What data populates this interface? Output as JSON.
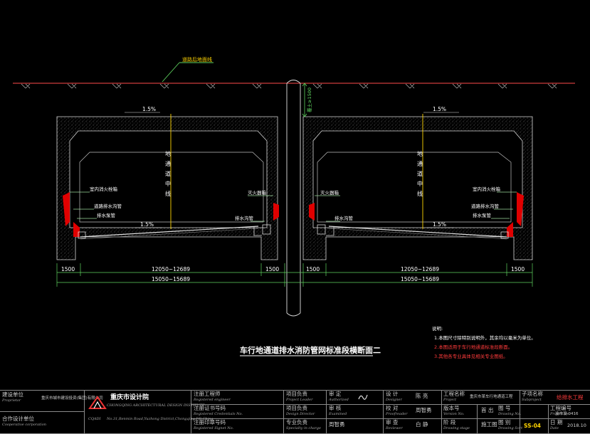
{
  "drawing": {
    "title": "车行地通道排水消防管网标准段横断面二",
    "ground_label": "道路后地面线",
    "pipe_label": "覆土≥1500",
    "slope_label": "1.5%",
    "centerline_label": "地通道中线",
    "left": {
      "fire_hydrant_box": "室内消火栓箱",
      "drain_channel": "道路排水沟管",
      "pump_pipe": "排水泵管",
      "extinguisher": "灭火器箱",
      "drain_pipe": "排水沟管"
    },
    "right": {
      "fire_hydrant_box": "室内消火栓箱",
      "drain_channel": "道路排水沟管",
      "pump_pipe": "排水泵管",
      "extinguisher": "灭火器箱",
      "drain_pipe": "排水沟管"
    },
    "dimensions": {
      "side": "1500",
      "inner": "12050~12689",
      "total": "15050~15689"
    }
  },
  "notes": {
    "heading": "说明:",
    "items": [
      "1.本图尺寸除特别说明外，其余均以毫米为单位。",
      "2.本图适用于车行地通道标准段断面。",
      "3.其他各专业具体见相关专业图纸。"
    ]
  },
  "title_block": {
    "owner_label": "建设单位",
    "owner_label_en": "Proprietor",
    "owner_value": "重庆市城市建设投资(集团)有限公司",
    "coop_label": "合作设计单位",
    "coop_label_en": "Cooperative corporation",
    "company_name": "重庆市设计院",
    "company_name_en": "CHONGQING ARCHITECTURAL DESIGN INSTITUTE",
    "company_abbr": "CQADI",
    "address": "No.31,Renmin Road,Yuzhong District,Chongqing,P.R.China",
    "reg_engineer": "注册工程师",
    "reg_engineer_en": "Registered engineer",
    "reg_cert": "注册证书号码",
    "reg_cert_en": "Registered Credentials No.",
    "reg_seal": "注册印章号码",
    "reg_seal_en": "Registered Signet No.",
    "project_leader": "项目负责",
    "project_leader_en": "Project Leader",
    "design_leader": "项目负责",
    "design_leader_en": "Design Director",
    "discipline_leader": "专业负责",
    "discipline_leader_en": "Specialty in charge",
    "discipline_leader_name": "周智勇",
    "audit": "审 定",
    "audit_en": "Authorized",
    "check": "审 核",
    "check_en": "Examined",
    "proofread": "校 对",
    "proofread_en": "Proofreader",
    "proofread_name": "周智勇",
    "review": "审 查",
    "review_en": "Reviewer",
    "review_name": "白 静",
    "design": "设 计",
    "design_en": "Designer",
    "design_name": "陈 亮",
    "project_name_label": "工程名称",
    "project_name_label_en": "Project",
    "project_name": "重庆市某车行地通道工程",
    "subproject_label": "子项名称",
    "subproject_label_en": "Subproject",
    "subproject_name": "给排水工程",
    "version_label": "版本号",
    "version_label_en": "Version No.",
    "stage_label": "阶 段",
    "stage_label_en": "Drawing stage",
    "stage_value": "施工图",
    "first_edition": "首 出",
    "drawing_no_label": "图 号",
    "drawing_no_label_en": "Drawing No.",
    "drawing_no": "SS-04",
    "drawing_category_label": "图 别",
    "drawing_category_label_en": "Drawing Sort",
    "project_no_label": "工程编号",
    "project_no_label_en": "Project No.",
    "project_no": "渝市设-0416",
    "date_label": "日 期",
    "date_label_en": "Date",
    "date_value": "2018.10"
  }
}
